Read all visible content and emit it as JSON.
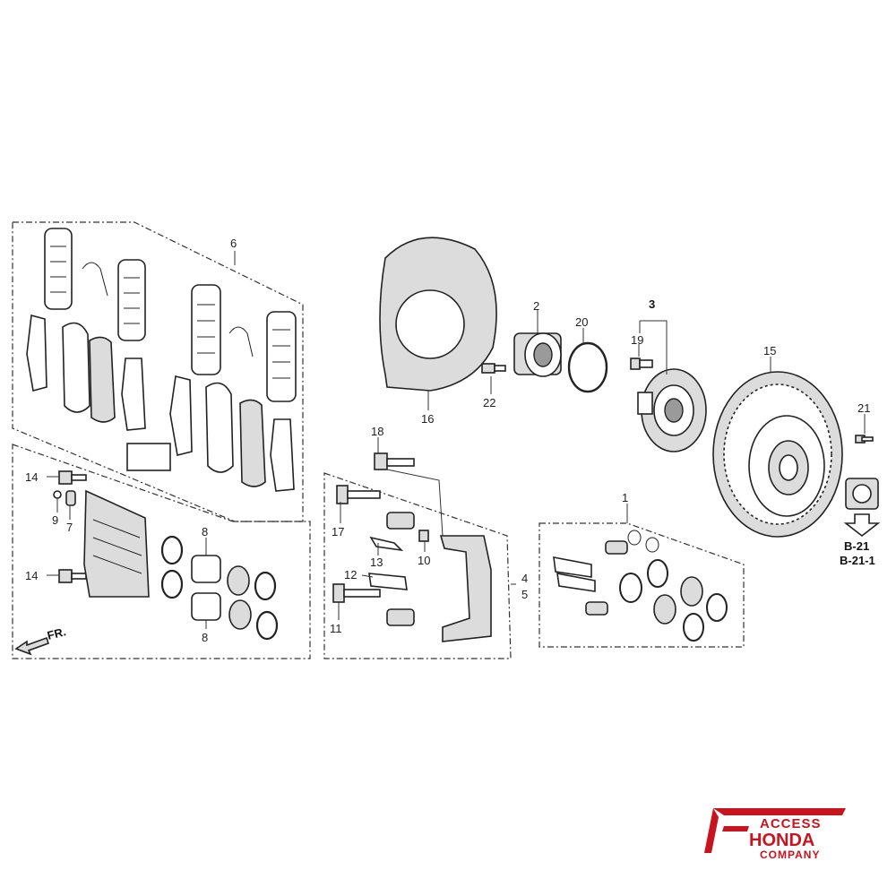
{
  "diagram": {
    "labels": {
      "p1": "1",
      "p2": "2",
      "p3": "3",
      "p4": "4",
      "p5": "5",
      "p6": "6",
      "p7": "7",
      "p8a": "8",
      "p8b": "8",
      "p9": "9",
      "p10": "10",
      "p11": "11",
      "p12": "12",
      "p13": "13",
      "p14a": "14",
      "p14b": "14",
      "p15": "15",
      "p16": "16",
      "p17": "17",
      "p18": "18",
      "p19": "19",
      "p20": "20",
      "p21": "21",
      "p22": "22"
    },
    "reference": {
      "line1": "B-21",
      "line2": "B-21-1"
    },
    "direction": {
      "label": "FR."
    }
  },
  "logo": {
    "line1": "ACCESS",
    "line2": "HONDA",
    "line3": "COMPANY",
    "color": "#c8141e"
  }
}
